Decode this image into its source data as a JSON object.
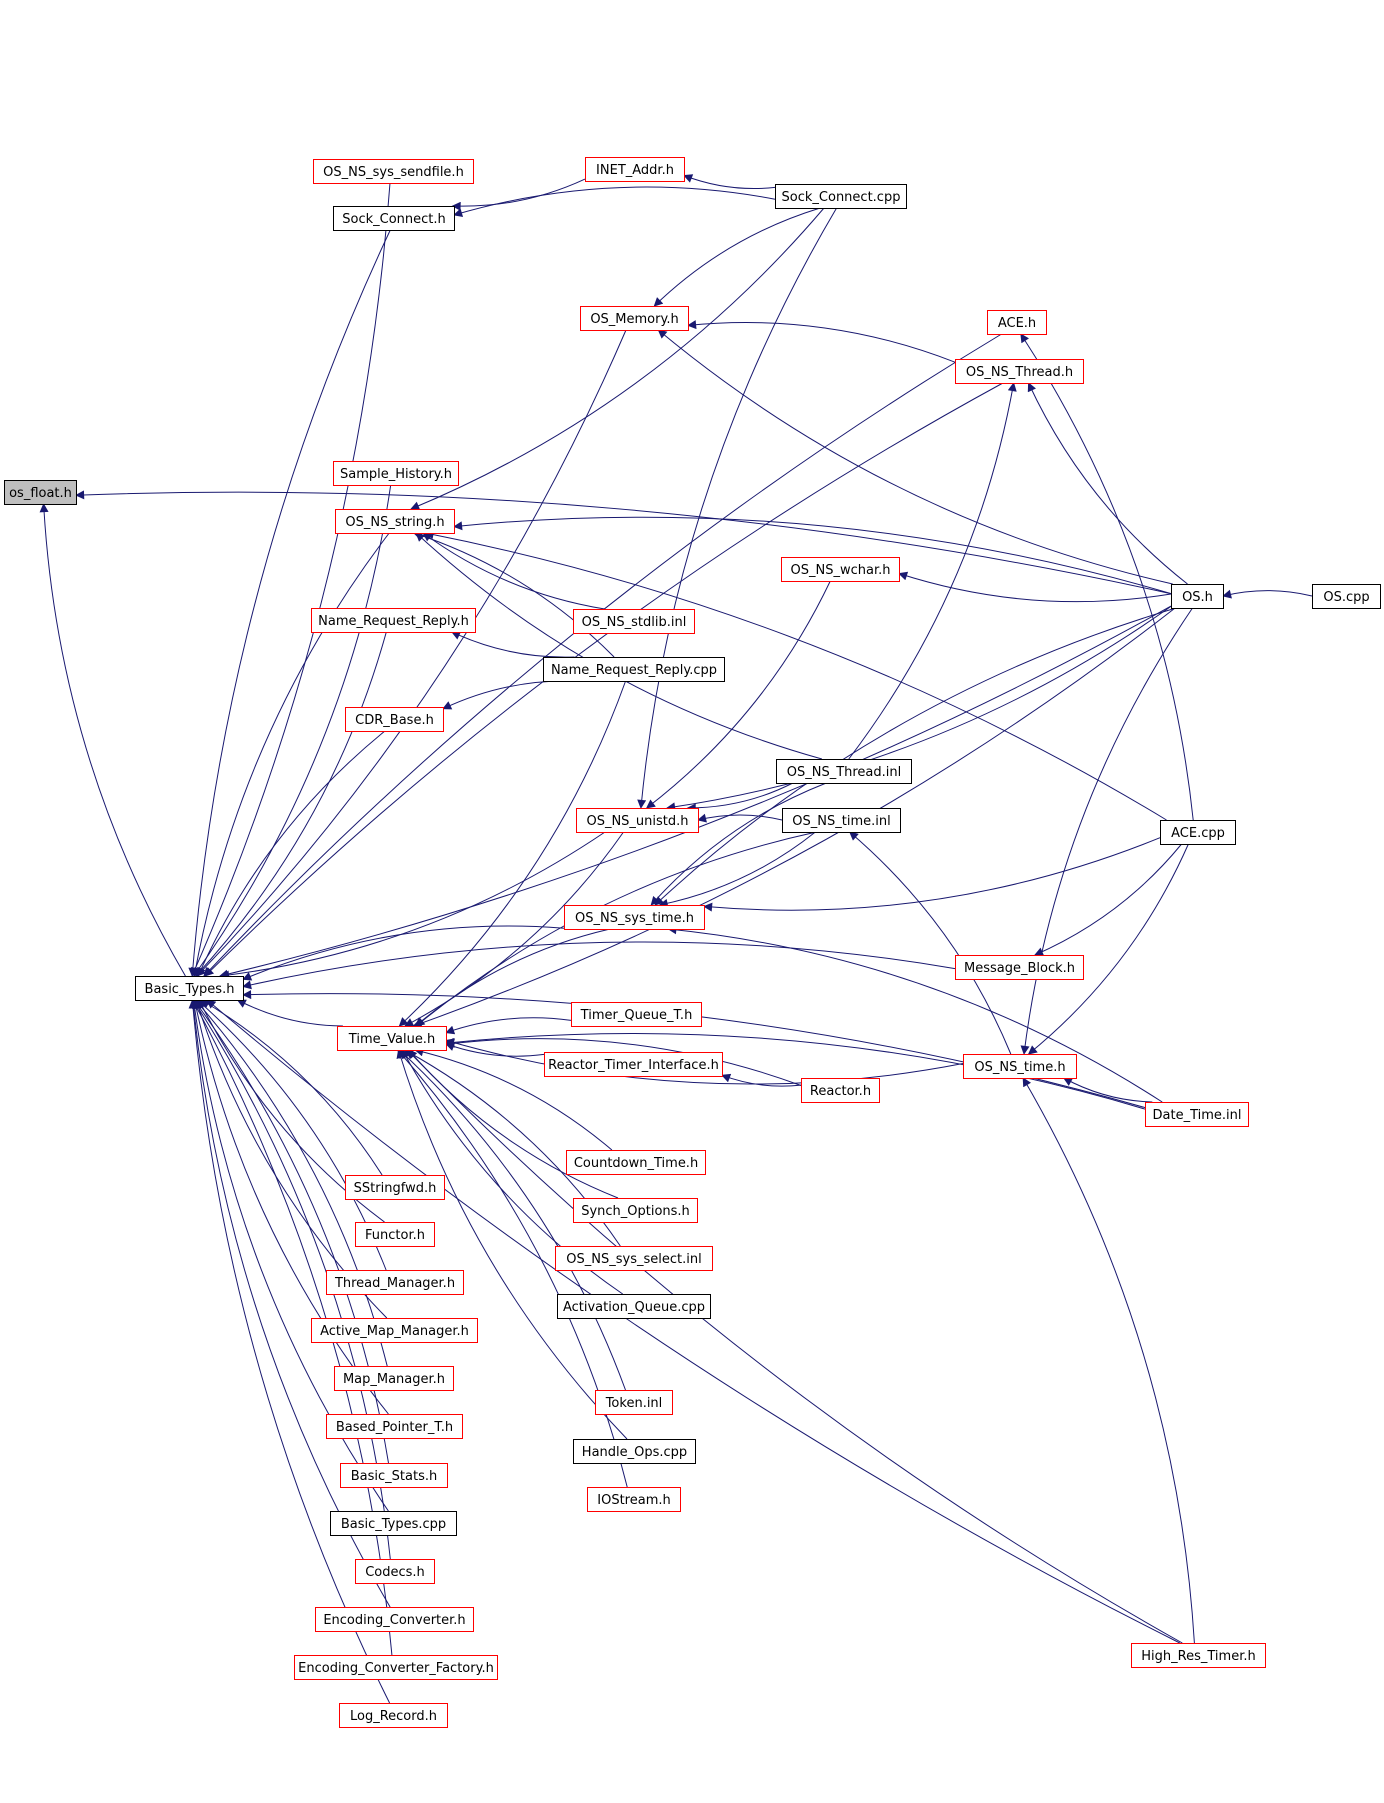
{
  "colors": {
    "edge": "#191970",
    "root_fill": "#bfbfbf",
    "documented_border": "#ff0000",
    "undocumented_border": "#000000"
  },
  "nodes": [
    {
      "id": "os_float_h",
      "label": "os_float.h",
      "kind": "root"
    },
    {
      "id": "basic_types_h",
      "label": "Basic_Types.h",
      "kind": "plain"
    },
    {
      "id": "os_ns_sys_sendfile_h",
      "label": "OS_NS_sys_sendfile.h",
      "kind": "red"
    },
    {
      "id": "sock_connect_h",
      "label": "Sock_Connect.h",
      "kind": "plain"
    },
    {
      "id": "inet_addr_h",
      "label": "INET_Addr.h",
      "kind": "red"
    },
    {
      "id": "sock_connect_cpp",
      "label": "Sock_Connect.cpp",
      "kind": "plain"
    },
    {
      "id": "os_memory_h",
      "label": "OS_Memory.h",
      "kind": "red"
    },
    {
      "id": "ace_h",
      "label": "ACE.h",
      "kind": "red"
    },
    {
      "id": "os_ns_thread_h",
      "label": "OS_NS_Thread.h",
      "kind": "red"
    },
    {
      "id": "sample_history_h",
      "label": "Sample_History.h",
      "kind": "red"
    },
    {
      "id": "os_ns_string_h",
      "label": "OS_NS_string.h",
      "kind": "red"
    },
    {
      "id": "os_ns_wchar_h",
      "label": "OS_NS_wchar.h",
      "kind": "red"
    },
    {
      "id": "os_h",
      "label": "OS.h",
      "kind": "plain"
    },
    {
      "id": "os_cpp",
      "label": "OS.cpp",
      "kind": "plain"
    },
    {
      "id": "name_request_reply_h",
      "label": "Name_Request_Reply.h",
      "kind": "red"
    },
    {
      "id": "os_ns_stdlib_inl",
      "label": "OS_NS_stdlib.inl",
      "kind": "red"
    },
    {
      "id": "name_request_reply_cpp",
      "label": "Name_Request_Reply.cpp",
      "kind": "plain"
    },
    {
      "id": "cdr_base_h",
      "label": "CDR_Base.h",
      "kind": "red"
    },
    {
      "id": "os_ns_thread_inl",
      "label": "OS_NS_Thread.inl",
      "kind": "plain"
    },
    {
      "id": "os_ns_unistd_h",
      "label": "OS_NS_unistd.h",
      "kind": "red"
    },
    {
      "id": "os_ns_time_inl",
      "label": "OS_NS_time.inl",
      "kind": "plain"
    },
    {
      "id": "ace_cpp",
      "label": "ACE.cpp",
      "kind": "plain"
    },
    {
      "id": "os_ns_sys_time_h",
      "label": "OS_NS_sys_time.h",
      "kind": "red"
    },
    {
      "id": "message_block_h",
      "label": "Message_Block.h",
      "kind": "red"
    },
    {
      "id": "time_value_h",
      "label": "Time_Value.h",
      "kind": "red"
    },
    {
      "id": "timer_queue_t_h",
      "label": "Timer_Queue_T.h",
      "kind": "red"
    },
    {
      "id": "os_ns_time_h",
      "label": "OS_NS_time.h",
      "kind": "red"
    },
    {
      "id": "reactor_timer_interface_h",
      "label": "Reactor_Timer_Interface.h",
      "kind": "red"
    },
    {
      "id": "reactor_h",
      "label": "Reactor.h",
      "kind": "red"
    },
    {
      "id": "date_time_inl",
      "label": "Date_Time.inl",
      "kind": "red"
    },
    {
      "id": "countdown_time_h",
      "label": "Countdown_Time.h",
      "kind": "red"
    },
    {
      "id": "sstringfwd_h",
      "label": "SStringfwd.h",
      "kind": "red"
    },
    {
      "id": "synch_options_h",
      "label": "Synch_Options.h",
      "kind": "red"
    },
    {
      "id": "functor_h",
      "label": "Functor.h",
      "kind": "red"
    },
    {
      "id": "os_ns_sys_select_inl",
      "label": "OS_NS_sys_select.inl",
      "kind": "red"
    },
    {
      "id": "thread_manager_h",
      "label": "Thread_Manager.h",
      "kind": "red"
    },
    {
      "id": "activation_queue_cpp",
      "label": "Activation_Queue.cpp",
      "kind": "plain"
    },
    {
      "id": "active_map_manager_h",
      "label": "Active_Map_Manager.h",
      "kind": "red"
    },
    {
      "id": "map_manager_h",
      "label": "Map_Manager.h",
      "kind": "red"
    },
    {
      "id": "token_inl",
      "label": "Token.inl",
      "kind": "red"
    },
    {
      "id": "based_pointer_t_h",
      "label": "Based_Pointer_T.h",
      "kind": "red"
    },
    {
      "id": "handle_ops_cpp",
      "label": "Handle_Ops.cpp",
      "kind": "plain"
    },
    {
      "id": "basic_stats_h",
      "label": "Basic_Stats.h",
      "kind": "red"
    },
    {
      "id": "iostream_h",
      "label": "IOStream.h",
      "kind": "red"
    },
    {
      "id": "basic_types_cpp",
      "label": "Basic_Types.cpp",
      "kind": "plain"
    },
    {
      "id": "codecs_h",
      "label": "Codecs.h",
      "kind": "red"
    },
    {
      "id": "encoding_converter_h",
      "label": "Encoding_Converter.h",
      "kind": "red"
    },
    {
      "id": "encoding_converter_factory_h",
      "label": "Encoding_Converter_Factory.h",
      "kind": "red"
    },
    {
      "id": "high_res_timer_h",
      "label": "High_Res_Timer.h",
      "kind": "red"
    },
    {
      "id": "log_record_h",
      "label": "Log_Record.h",
      "kind": "red"
    }
  ],
  "edges": [
    [
      "basic_types_h",
      "os_float_h"
    ],
    [
      "os_h",
      "os_float_h"
    ],
    [
      "os_ns_sys_sendfile_h",
      "basic_types_h"
    ],
    [
      "sock_connect_h",
      "basic_types_h"
    ],
    [
      "os_memory_h",
      "basic_types_h"
    ],
    [
      "os_ns_thread_h",
      "basic_types_h"
    ],
    [
      "sample_history_h",
      "basic_types_h"
    ],
    [
      "os_ns_string_h",
      "basic_types_h"
    ],
    [
      "name_request_reply_h",
      "basic_types_h"
    ],
    [
      "cdr_base_h",
      "basic_types_h"
    ],
    [
      "os_ns_unistd_h",
      "basic_types_h"
    ],
    [
      "os_ns_sys_time_h",
      "basic_types_h"
    ],
    [
      "time_value_h",
      "basic_types_h"
    ],
    [
      "sstringfwd_h",
      "basic_types_h"
    ],
    [
      "functor_h",
      "basic_types_h"
    ],
    [
      "thread_manager_h",
      "basic_types_h"
    ],
    [
      "active_map_manager_h",
      "basic_types_h"
    ],
    [
      "map_manager_h",
      "basic_types_h"
    ],
    [
      "based_pointer_t_h",
      "basic_types_h"
    ],
    [
      "basic_stats_h",
      "basic_types_h"
    ],
    [
      "basic_types_cpp",
      "basic_types_h"
    ],
    [
      "codecs_h",
      "basic_types_h"
    ],
    [
      "encoding_converter_h",
      "basic_types_h"
    ],
    [
      "encoding_converter_factory_h",
      "basic_types_h"
    ],
    [
      "log_record_h",
      "basic_types_h"
    ],
    [
      "ace_h",
      "basic_types_h"
    ],
    [
      "os_h",
      "basic_types_h"
    ],
    [
      "message_block_h",
      "basic_types_h"
    ],
    [
      "high_res_timer_h",
      "basic_types_h"
    ],
    [
      "date_time_inl",
      "basic_types_h"
    ],
    [
      "inet_addr_h",
      "sock_connect_h"
    ],
    [
      "sock_connect_cpp",
      "sock_connect_h"
    ],
    [
      "sock_connect_cpp",
      "inet_addr_h"
    ],
    [
      "sock_connect_cpp",
      "os_memory_h"
    ],
    [
      "sock_connect_cpp",
      "os_ns_string_h"
    ],
    [
      "os_ns_thread_h",
      "os_memory_h"
    ],
    [
      "os_h",
      "os_memory_h"
    ],
    [
      "ace_cpp",
      "ace_h"
    ],
    [
      "os_h",
      "os_ns_thread_h"
    ],
    [
      "os_h",
      "os_ns_string_h"
    ],
    [
      "os_ns_stdlib_inl",
      "os_ns_string_h"
    ],
    [
      "name_request_reply_cpp",
      "os_ns_string_h"
    ],
    [
      "os_ns_thread_inl",
      "os_ns_string_h"
    ],
    [
      "ace_cpp",
      "os_ns_string_h"
    ],
    [
      "os_h",
      "os_ns_wchar_h"
    ],
    [
      "os_cpp",
      "os_h"
    ],
    [
      "name_request_reply_cpp",
      "name_request_reply_h"
    ],
    [
      "name_request_reply_cpp",
      "cdr_base_h"
    ],
    [
      "name_request_reply_cpp",
      "time_value_h"
    ],
    [
      "os_ns_thread_inl",
      "os_ns_thread_h"
    ],
    [
      "os_ns_thread_inl",
      "os_ns_unistd_h"
    ],
    [
      "os_ns_time_inl",
      "os_ns_unistd_h"
    ],
    [
      "os_h",
      "os_ns_unistd_h"
    ],
    [
      "sock_connect_cpp",
      "os_ns_unistd_h"
    ],
    [
      "os_ns_wchar_h",
      "os_ns_unistd_h"
    ],
    [
      "os_ns_thread_inl",
      "os_ns_sys_time_h"
    ],
    [
      "os_ns_time_inl",
      "os_ns_sys_time_h"
    ],
    [
      "os_h",
      "os_ns_sys_time_h"
    ],
    [
      "ace_cpp",
      "os_ns_sys_time_h"
    ],
    [
      "date_time_inl",
      "os_ns_sys_time_h"
    ],
    [
      "ace_cpp",
      "message_block_h"
    ],
    [
      "os_ns_sys_time_h",
      "time_value_h"
    ],
    [
      "os_ns_unistd_h",
      "time_value_h"
    ],
    [
      "timer_queue_t_h",
      "time_value_h"
    ],
    [
      "reactor_timer_interface_h",
      "time_value_h"
    ],
    [
      "reactor_h",
      "time_value_h"
    ],
    [
      "reactor_h",
      "reactor_timer_interface_h"
    ],
    [
      "countdown_time_h",
      "time_value_h"
    ],
    [
      "synch_options_h",
      "time_value_h"
    ],
    [
      "os_ns_sys_select_inl",
      "time_value_h"
    ],
    [
      "activation_queue_cpp",
      "time_value_h"
    ],
    [
      "token_inl",
      "time_value_h"
    ],
    [
      "handle_ops_cpp",
      "time_value_h"
    ],
    [
      "iostream_h",
      "time_value_h"
    ],
    [
      "os_h",
      "time_value_h"
    ],
    [
      "os_ns_time_inl",
      "time_value_h"
    ],
    [
      "os_ns_time_h",
      "time_value_h"
    ],
    [
      "date_time_inl",
      "time_value_h"
    ],
    [
      "high_res_timer_h",
      "time_value_h"
    ],
    [
      "os_h",
      "os_ns_time_h"
    ],
    [
      "date_time_inl",
      "os_ns_time_h"
    ],
    [
      "high_res_timer_h",
      "os_ns_time_h"
    ],
    [
      "ace_cpp",
      "os_ns_time_h"
    ],
    [
      "os_ns_time_h",
      "os_ns_time_inl"
    ]
  ]
}
